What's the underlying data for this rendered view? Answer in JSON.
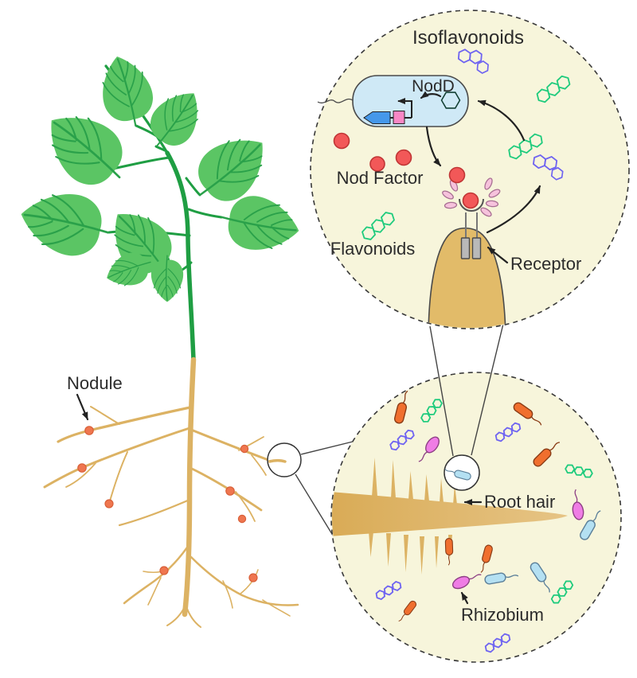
{
  "figure": {
    "labels": {
      "nodule": "Nodule",
      "isoflavonoids": "Isoflavonoids",
      "nodd": "NodD",
      "nod_factor": "Nod Factor",
      "flavonoids": "Flavonoids",
      "receptor": "Receptor",
      "root_hair": "Root hair",
      "rhizobium": "Rhizobium"
    },
    "colors": {
      "text": "#2b2b2b",
      "arrow": "#222222",
      "inset_fill": "#f7f5db",
      "inset_stroke": "#3a3a3a",
      "leaf_fill": "#5bc564",
      "leaf_vein": "#2aa14a",
      "stem": "#1f9e43",
      "root": "#dcb263",
      "nodule_fill": "#ef764f",
      "nodule_stroke": "#d85f38",
      "cell_fill": "#cfe9f6",
      "cell_stroke": "#4a4a4a",
      "gene_arrow": "#4598ea",
      "nod_box": "#f987c5",
      "nodd_protein": "#15836a",
      "nod_factor_fill": "#f25858",
      "nod_factor_stroke": "#c03535",
      "chito_fill": "#f6c2dc",
      "chito_stroke": "#a86f92",
      "root_hair_fill": "#e2bb69",
      "root_hair_stroke": "#4a4a4a",
      "receptor_fill": "#b9b9b9",
      "receptor_stroke": "#4a4a4a",
      "flavonoid": "#1ecb7d",
      "isoflavonoid": "#6e63f1",
      "bact_orange_fill": "#f06f2e",
      "bact_orange_stroke": "#8a3c16",
      "bact_pink_fill": "#ef7de5",
      "bact_pink_stroke": "#8d3f84",
      "bact_blue_fill": "#b4e0f2",
      "bact_blue_stroke": "#5b7f99"
    }
  }
}
